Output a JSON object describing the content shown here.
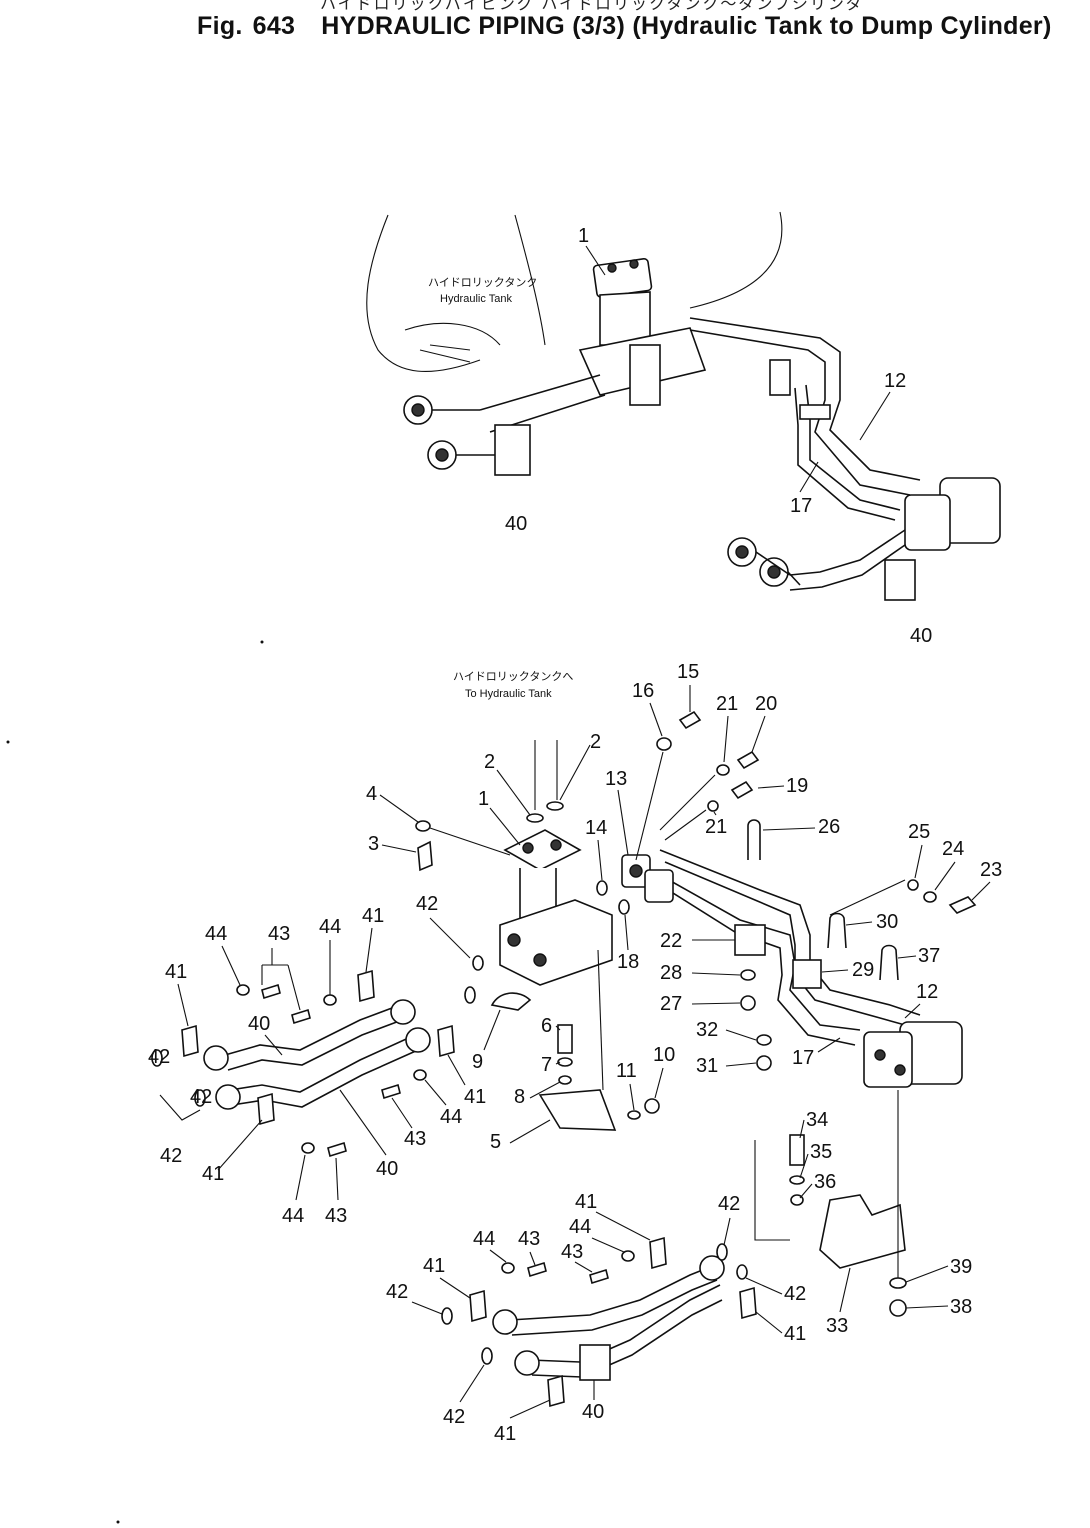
{
  "header": {
    "japanese_line": "ハイドロリックパイピング  ハイドロリックタンク〜ダンプシリンダ",
    "fig_label": "Fig.",
    "fig_number": "643",
    "title": "HYDRAULIC PIPING (3/3) (Hydraulic Tank to Dump Cylinder)"
  },
  "notes": {
    "tank_jp": "ハイドロリックタンク",
    "tank_en": "Hydraulic Tank",
    "to_tank_jp": "ハイドロリックタンクへ",
    "to_tank_en": "To Hydraulic Tank"
  },
  "callouts": {
    "c1": "1",
    "c2": "2",
    "c3": "3",
    "c4": "4",
    "c5": "5",
    "c6": "6",
    "c7": "7",
    "c8": "8",
    "c9": "9",
    "c10": "10",
    "c11": "11",
    "c12": "12",
    "c13": "13",
    "c14": "14",
    "c15": "15",
    "c16": "16",
    "c17": "17",
    "c18": "18",
    "c19": "19",
    "c20": "20",
    "c21": "21",
    "c22": "22",
    "c23": "23",
    "c24": "24",
    "c25": "25",
    "c26": "26",
    "c27": "27",
    "c28": "28",
    "c29": "29",
    "c30": "30",
    "c31": "31",
    "c32": "32",
    "c33": "33",
    "c34": "34",
    "c35": "35",
    "c36": "36",
    "c37": "37",
    "c38": "38",
    "c39": "39",
    "c40": "40",
    "c41": "41",
    "c42": "42",
    "c43": "43",
    "c44": "44"
  }
}
